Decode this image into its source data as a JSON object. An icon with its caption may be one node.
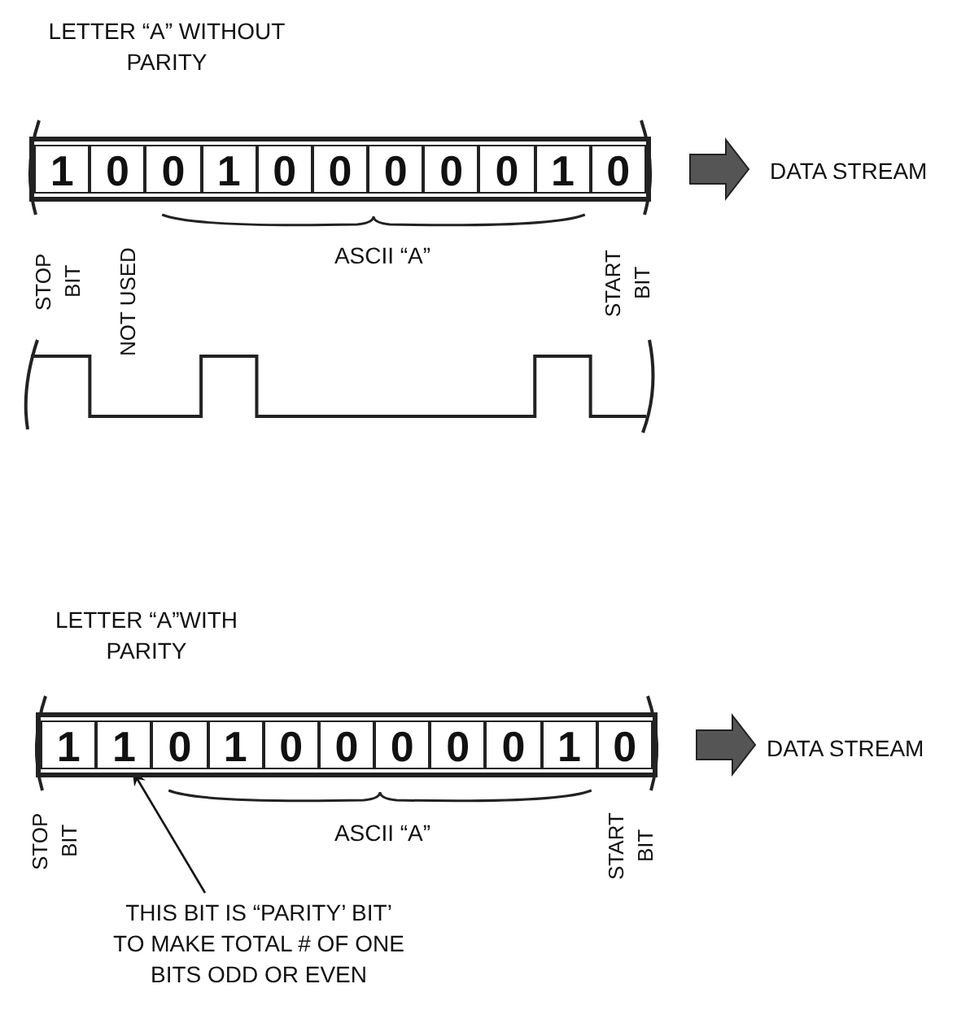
{
  "diagram": {
    "nodes": [
      {
        "text": [],
        "shape": "box"
      },
      {
        "text": [
          "1"
        ],
        "in": 0
      },
      {
        "text": [
          "0"
        ],
        "in": 0
      },
      {
        "text": [
          "0"
        ],
        "in": 0
      },
      {
        "text": [
          "1"
        ],
        "in": 0
      },
      {
        "text": [
          "0"
        ],
        "in": 0
      },
      {
        "text": [
          "0"
        ],
        "in": 0
      },
      {
        "text": [
          "0"
        ],
        "in": 0
      },
      {
        "text": [
          "0"
        ],
        "in": 0
      },
      {
        "text": [
          "0"
        ],
        "in": 0
      },
      {
        "text": [
          "1"
        ],
        "in": 0
      },
      {
        "text": [
          "0"
        ],
        "in": 0
      },
      {
        "text": [],
        "shape": "box"
      },
      {
        "text": [
          "1"
        ],
        "in": 12
      },
      {
        "text": [
          "1"
        ],
        "in": 12
      },
      {
        "text": [
          "0"
        ],
        "in": 12
      },
      {
        "text": [
          "1"
        ],
        "in": 12
      },
      {
        "text": [
          "0"
        ],
        "in": 12
      },
      {
        "text": [
          "0"
        ],
        "in": 12
      },
      {
        "text": [
          "0"
        ],
        "in": 12
      },
      {
        "text": [
          "0"
        ],
        "in": 12
      },
      {
        "text": [
          "0"
        ],
        "in": 12
      },
      {
        "text": [
          "1"
        ],
        "in": 12
      },
      {
        "text": [
          "0"
        ],
        "in": 12
      },
      {
        "text": [
          "THIS BIT IS “PARITY’ BIT’ TO MAKE TOTAL # OF ONE BITS ODD OR EVEN"
        ]
      }
    ],
    "edges": [
      {
        "from": 24,
        "to": 14,
        "arrow": "to"
      }
    ],
    "labels": [
      "LETTER “A” WITHOUT PARITY",
      "DATA STREAM",
      "ASCII “A”",
      "STOP BIT",
      "NOT USED",
      "START BIT",
      "LETTER “A”WITH PARITY",
      "DATA STREAM",
      "ASCII “A”",
      "STOP BIT",
      "START BIT"
    ]
  }
}
